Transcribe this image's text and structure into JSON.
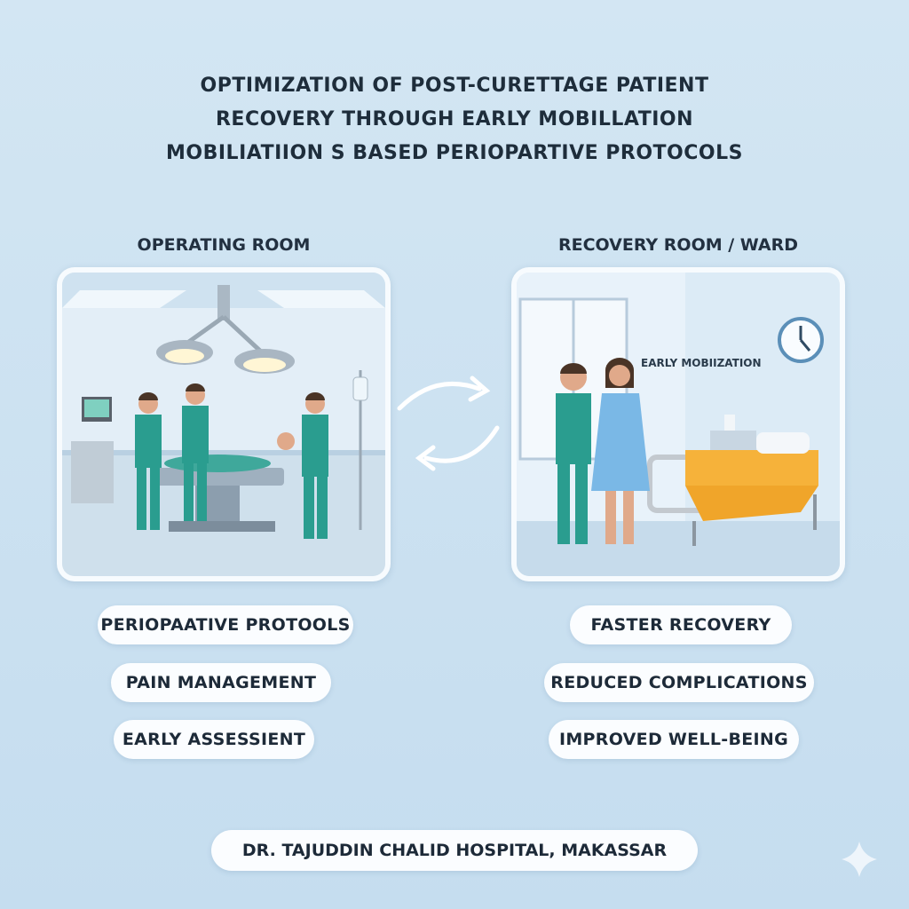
{
  "title": {
    "line1": "OPTIMIZATION OF POST-CURETTAGE PATIENT",
    "line2": "RECOVERY THROUGH EARLY MOBILLATION",
    "line3": "MOBILIATIION S BASED PERIOPARTIVE PROTOCOLS"
  },
  "left_panel": {
    "label": "OPERATING ROOM"
  },
  "right_panel": {
    "label": "RECOVERY ROOM / WARD",
    "annotation": "EARLY MOBIIZATION"
  },
  "left_pills": [
    "PERIOPAATIVE PROTOOLS",
    "PAIN MANAGEMENT",
    "EARLY ASSESSIENT"
  ],
  "right_pills": [
    "FASTER RECOVERY",
    "REDUCED COMPLICATIONS",
    "IMPROVED WELL-BEING"
  ],
  "footer": "DR. TAJUDDIN CHALID HOSPITAL, MAKASSAR",
  "colors": {
    "scrubs": "#2a9d8f",
    "background": "#c9e0f1",
    "gown": "#7ab8e6",
    "blanket": "#f6b23a"
  }
}
